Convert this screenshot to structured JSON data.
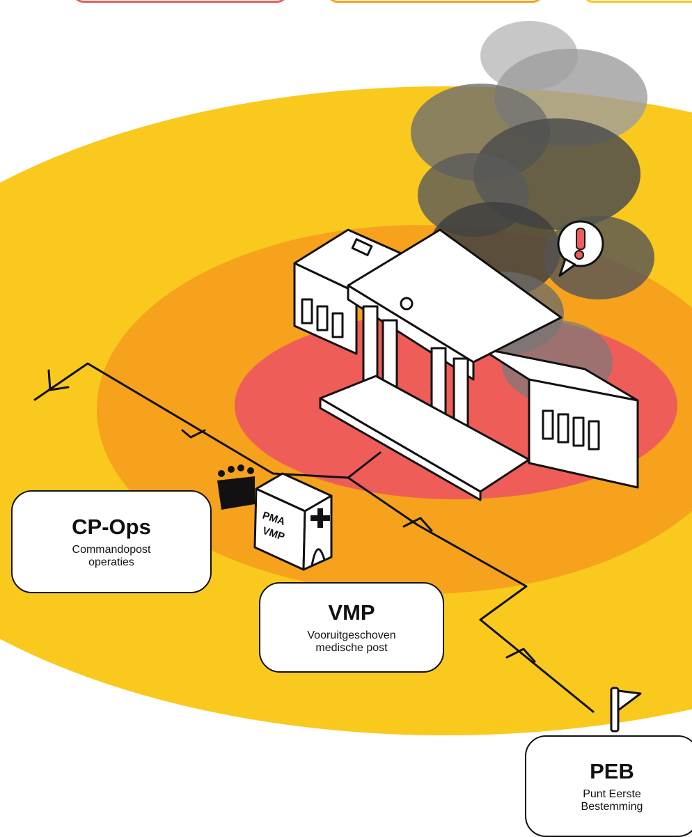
{
  "colors": {
    "outer_zone": "#F9C91E",
    "middle_zone": "#F6A21C",
    "inner_zone": "#EE5D58",
    "line": "#111111",
    "box_border": "#111111",
    "tab_red": "#EE5D58",
    "tab_orange": "#F6A21C",
    "tab_yellow": "#F9C91E"
  },
  "labels": {
    "cp_ops": {
      "title": "CP-Ops",
      "subtitle_line1": "Commandopost",
      "subtitle_line2": "operaties"
    },
    "vmp": {
      "title": "VMP",
      "subtitle_line1": "Vooruitgeschoven",
      "subtitle_line2": "medische post"
    },
    "peb": {
      "title": "PEB",
      "subtitle_line1": "Punt Eerste",
      "subtitle_line2": "Bestemming"
    }
  },
  "tent_sign": {
    "line1": "PMA",
    "line2": "VMP"
  },
  "icons": {
    "building": "government-building-icon",
    "smoke": "smoke-icon",
    "alert": "exclamation-bubble-icon",
    "tent": "medical-tent-icon",
    "people": "crowd-icon",
    "flag": "flag-icon"
  }
}
